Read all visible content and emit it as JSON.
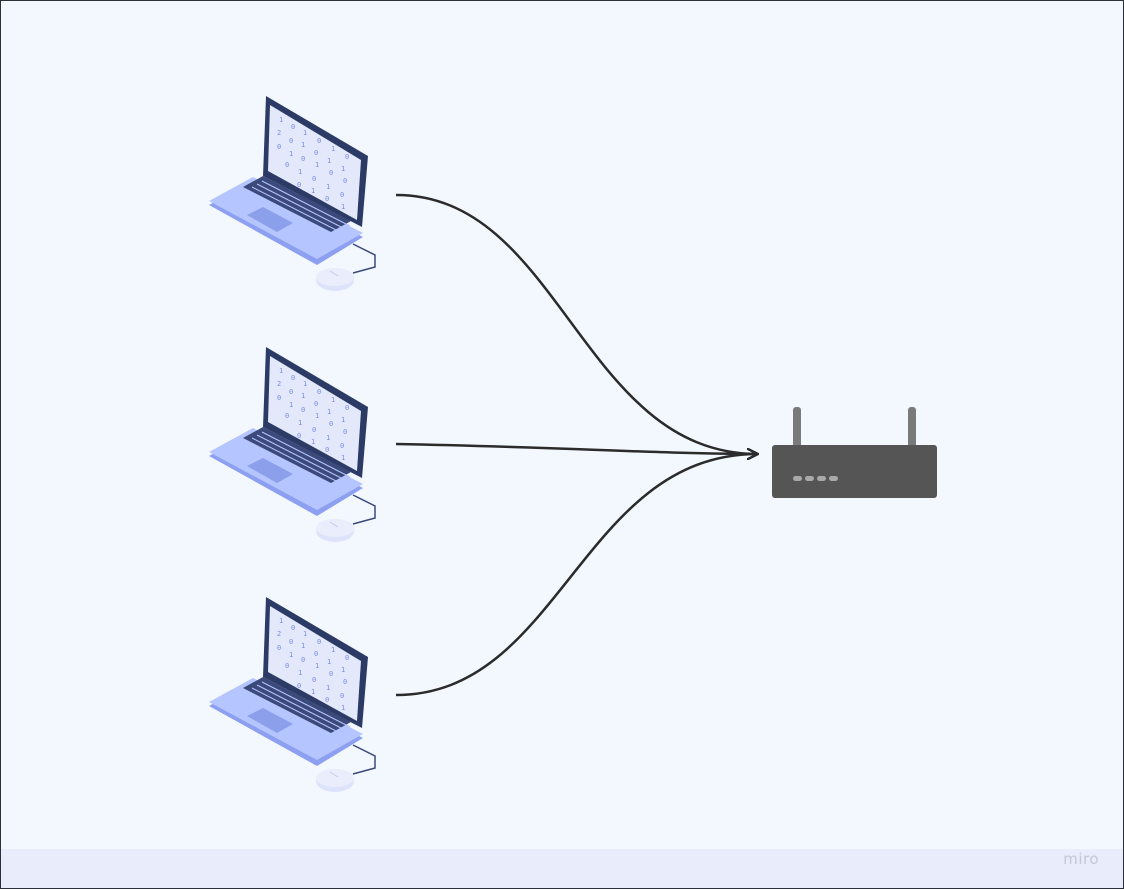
{
  "app": {
    "brand": "miro"
  },
  "colors": {
    "canvas": "#f3f8ff",
    "footer": "#e8ecfb",
    "laptop_body": "#b5c5ff",
    "laptop_frame": "#2c3a66",
    "screen": "#e3e8fa",
    "screen_digits": "#7a8ce8",
    "keys": "#3b4a7a",
    "router": "#555555",
    "antenna": "#7a7a7a",
    "led": "#a9a9a9",
    "connector": "#2b2b2b"
  },
  "diagram": {
    "nodes": [
      {
        "id": "laptop-1",
        "icon": "laptop-icon"
      },
      {
        "id": "laptop-2",
        "icon": "laptop-icon"
      },
      {
        "id": "laptop-3",
        "icon": "laptop-icon"
      },
      {
        "id": "router",
        "icon": "router-icon"
      }
    ],
    "edges": [
      {
        "from": "laptop-1",
        "to": "router"
      },
      {
        "from": "laptop-2",
        "to": "router"
      },
      {
        "from": "laptop-3",
        "to": "router"
      }
    ]
  }
}
